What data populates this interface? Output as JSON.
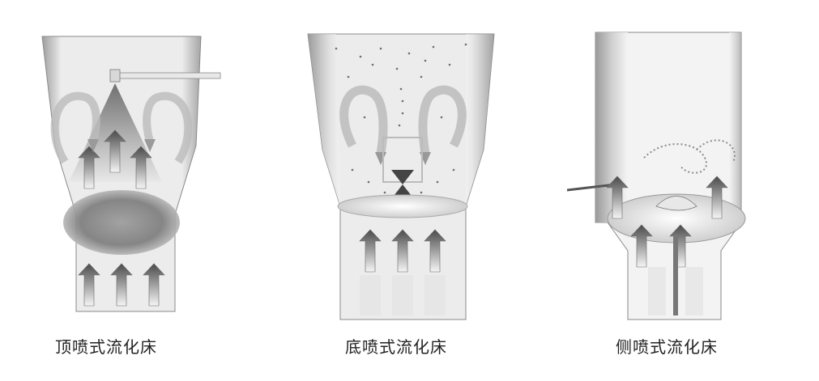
{
  "captions": {
    "top_spray": "顶喷式流化床",
    "bottom_spray": "底喷式流化床",
    "side_spray": "侧喷式流化床"
  },
  "colors": {
    "wall_dark": "#7a7a7a",
    "wall_light": "#e6e6e6",
    "arrow_dark": "#555555",
    "arrow_light": "#f2f2f2",
    "particles": "#6e6e6e"
  },
  "icons": {
    "airflow": "up-arrow-icon",
    "spray": "spray-nozzle-icon",
    "circulation": "circulation-arrow-icon"
  }
}
